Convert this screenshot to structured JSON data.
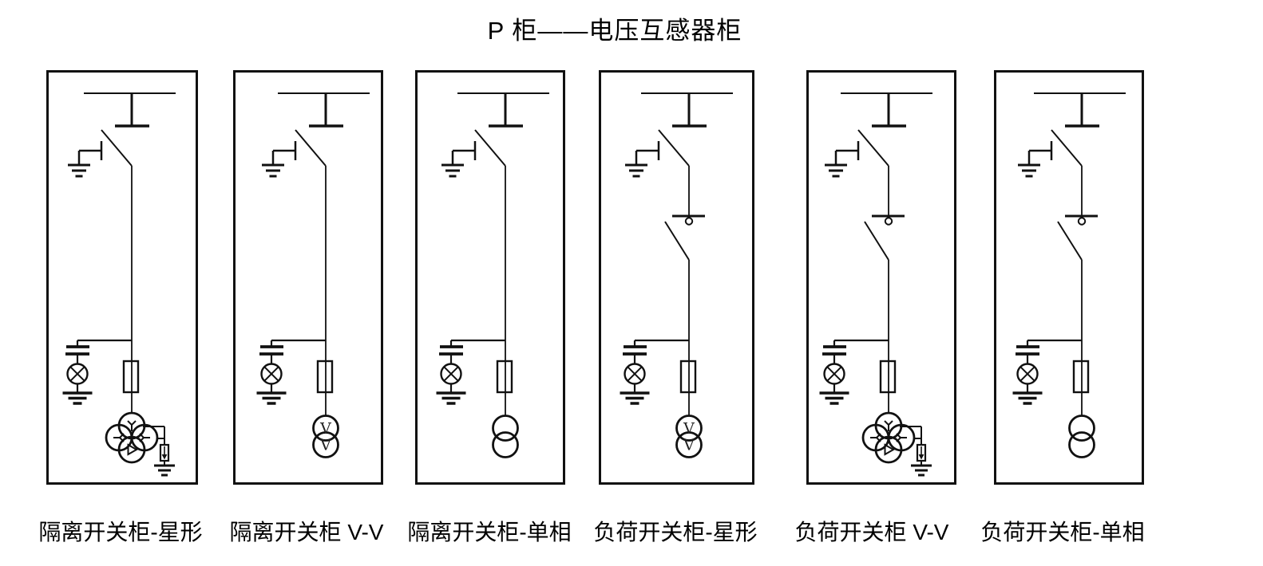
{
  "page": {
    "background": "#ffffff",
    "line_color": "#111111",
    "text_color": "#000000",
    "winding_letter_color": "#222222"
  },
  "title": "P 柜——电压互感器柜",
  "cabinets": [
    {
      "label": "隔离开关柜-星形",
      "incoming_switch": "disconnector",
      "earthing_switch": true,
      "voltage_indicator": true,
      "fuse": true,
      "vt_configuration": "star",
      "vt_windings": [
        "Y",
        "Y",
        "Y",
        "open-delta"
      ],
      "surge_arrester": true
    },
    {
      "label": "隔离开关柜 V-V",
      "incoming_switch": "disconnector",
      "earthing_switch": true,
      "voltage_indicator": true,
      "fuse": true,
      "vt_configuration": "v-v",
      "vt_windings": [
        "V",
        "V"
      ],
      "surge_arrester": false
    },
    {
      "label": "隔离开关柜-单相",
      "incoming_switch": "disconnector",
      "earthing_switch": true,
      "voltage_indicator": true,
      "fuse": true,
      "vt_configuration": "single-phase",
      "vt_windings": [],
      "surge_arrester": false
    },
    {
      "label": "负荷开关柜-星形",
      "incoming_switch": "disconnector+load-break",
      "earthing_switch": true,
      "voltage_indicator": true,
      "fuse": true,
      "vt_configuration": "v-v",
      "vt_windings": [
        "V",
        "V"
      ],
      "surge_arrester": false
    },
    {
      "label": "负荷开关柜 V-V",
      "incoming_switch": "disconnector+load-break",
      "earthing_switch": true,
      "voltage_indicator": true,
      "fuse": true,
      "vt_configuration": "star",
      "vt_windings": [
        "Y",
        "Y",
        "Y",
        "open-delta"
      ],
      "surge_arrester": true
    },
    {
      "label": "负荷开关柜-单相",
      "incoming_switch": "disconnector+load-break",
      "earthing_switch": true,
      "voltage_indicator": true,
      "fuse": true,
      "vt_configuration": "single-phase",
      "vt_windings": [],
      "surge_arrester": false
    }
  ]
}
